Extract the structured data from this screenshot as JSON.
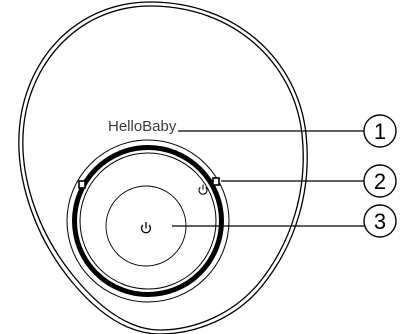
{
  "device": {
    "brand_label": "HelloBaby",
    "power_icon_small": "power-icon",
    "power_icon_center": "power-icon"
  },
  "callouts": [
    {
      "number": "1"
    },
    {
      "number": "2"
    },
    {
      "number": "3"
    }
  ],
  "colors": {
    "line": "#000000",
    "text": "#3a3a3a",
    "background": "#ffffff"
  }
}
